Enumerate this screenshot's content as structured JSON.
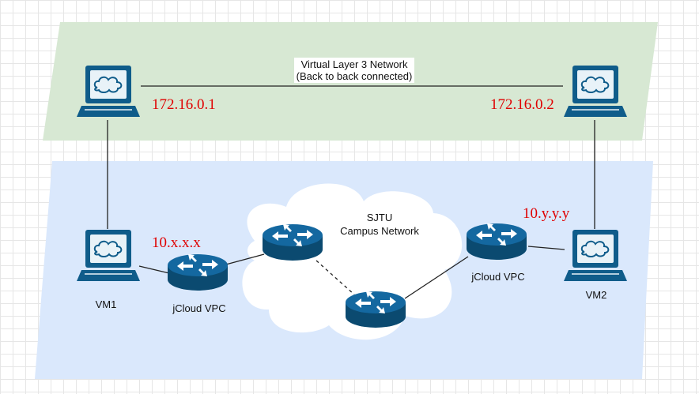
{
  "colors": {
    "l3_band": "#d7e8d3",
    "campus_band": "#dae8fc",
    "cloud": "#ffffff",
    "device": "#0f5c8a",
    "device_dark": "#0b4a70",
    "ip_text": "#e00000",
    "line": "#222222"
  },
  "l3_network": {
    "title_line1": "Virtual Layer 3 Network",
    "title_line2": "(Back to back connected)",
    "left_ip": "172.16.0.1",
    "right_ip": "172.16.0.2"
  },
  "campus": {
    "name_line1": "SJTU",
    "name_line2": "Campus Network"
  },
  "left_site": {
    "vm_label": "VM1",
    "vm_ip": "10.x.x.x",
    "router_label": "jCloud VPC"
  },
  "right_site": {
    "vm_label": "VM2",
    "vm_ip": "10.y.y.y",
    "router_label": "jCloud VPC"
  },
  "icons": {
    "computer": "computer-workstation-icon",
    "router": "router-icon"
  }
}
